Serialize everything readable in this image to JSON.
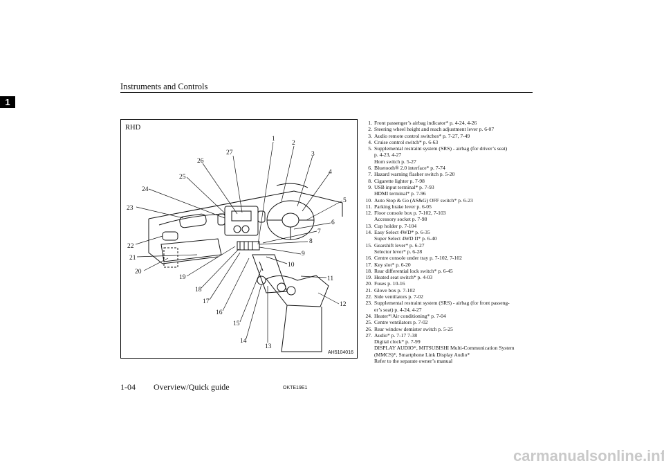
{
  "header": {
    "title": "Instruments and Controls",
    "chapter_number": "1"
  },
  "figure": {
    "label": "RHD",
    "code": "AH5104016",
    "callouts": [
      "1",
      "2",
      "3",
      "4",
      "5",
      "6",
      "7",
      "8",
      "9",
      "10",
      "11",
      "12",
      "13",
      "14",
      "15",
      "16",
      "17",
      "18",
      "19",
      "20",
      "21",
      "22",
      "23",
      "24",
      "25",
      "26",
      "27"
    ]
  },
  "items": [
    {
      "num": "1.",
      "lines": [
        "Front passenger’s airbag indicator* p. 4-24, 4-26"
      ]
    },
    {
      "num": "2.",
      "lines": [
        "Steering wheel height and reach adjustment lever p. 6-07"
      ]
    },
    {
      "num": "3.",
      "lines": [
        "Audio remote control switches* p. 7-27, 7-49"
      ]
    },
    {
      "num": "4.",
      "lines": [
        "Cruise control switch* p. 6-63"
      ]
    },
    {
      "num": "5.",
      "lines": [
        "Supplemental restraint system (SRS) - airbag (for driver’s seat)",
        "p. 4-23, 4-27",
        "Horn switch p. 5-27"
      ]
    },
    {
      "num": "6.",
      "lines": [
        "Bluetooth® 2.0 interface* p. 7-74"
      ]
    },
    {
      "num": "7.",
      "lines": [
        "Hazard warning flasher switch p. 5-20"
      ]
    },
    {
      "num": "8.",
      "lines": [
        "Cigarette lighter p. 7-98"
      ]
    },
    {
      "num": "9.",
      "lines": [
        "USB input terminal* p. 7-93",
        "HDMI terminal* p. 7-96"
      ]
    },
    {
      "num": "10.",
      "lines": [
        "Auto Stop & Go (AS&G) OFF switch* p. 6-23"
      ]
    },
    {
      "num": "11.",
      "lines": [
        "Parking brake lever p. 6-05"
      ]
    },
    {
      "num": "12.",
      "lines": [
        "Floor console box p. 7-102, 7-103",
        "Accessory socket p. 7-98"
      ]
    },
    {
      "num": "13.",
      "lines": [
        "Cup holder p. 7-104"
      ]
    },
    {
      "num": "14.",
      "lines": [
        "Easy Select 4WD* p. 6-35",
        "Super Select 4WD II* p. 6-40"
      ]
    },
    {
      "num": "15.",
      "lines": [
        "Gearshift lever* p. 6-27",
        "Selector lever* p. 6-28"
      ]
    },
    {
      "num": "16.",
      "lines": [
        "Centre console under tray p. 7-102, 7-102"
      ]
    },
    {
      "num": "17.",
      "lines": [
        "Key slot* p. 6-20"
      ]
    },
    {
      "num": "18.",
      "lines": [
        "Rear differential lock switch* p. 6-45"
      ]
    },
    {
      "num": "19.",
      "lines": [
        "Heated seat switch* p. 4-03"
      ]
    },
    {
      "num": "20.",
      "lines": [
        "Fuses p. 10-16"
      ]
    },
    {
      "num": "21.",
      "lines": [
        "Glove box p. 7-102"
      ]
    },
    {
      "num": "22.",
      "lines": [
        "Side ventilators p. 7-02"
      ]
    },
    {
      "num": "23.",
      "lines": [
        "Supplemental restraint system (SRS) - airbag (for front passeng-",
        "er’s seat) p. 4-24, 4-27"
      ]
    },
    {
      "num": "24.",
      "lines": [
        "Heater*/Air conditioning* p. 7-04"
      ]
    },
    {
      "num": "25.",
      "lines": [
        "Centre ventilators p. 7-02"
      ]
    },
    {
      "num": "26.",
      "lines": [
        "Rear window demister switch p. 5-25"
      ]
    },
    {
      "num": "27.",
      "lines": [
        "Audio* p. 7-17 7-38",
        "Digital clock* p. 7-99",
        "DISPLAY AUDIO*, MITSUBISHI Multi-Communication System",
        "(MMCS)*, Smartphone Link Display Audio*",
        "Refer to the separate owner’s manual"
      ]
    }
  ],
  "footer": {
    "page": "1-04",
    "section": "Overview/Quick guide",
    "code": "OKTE19E1"
  },
  "watermark": "carmanualsonline.info"
}
